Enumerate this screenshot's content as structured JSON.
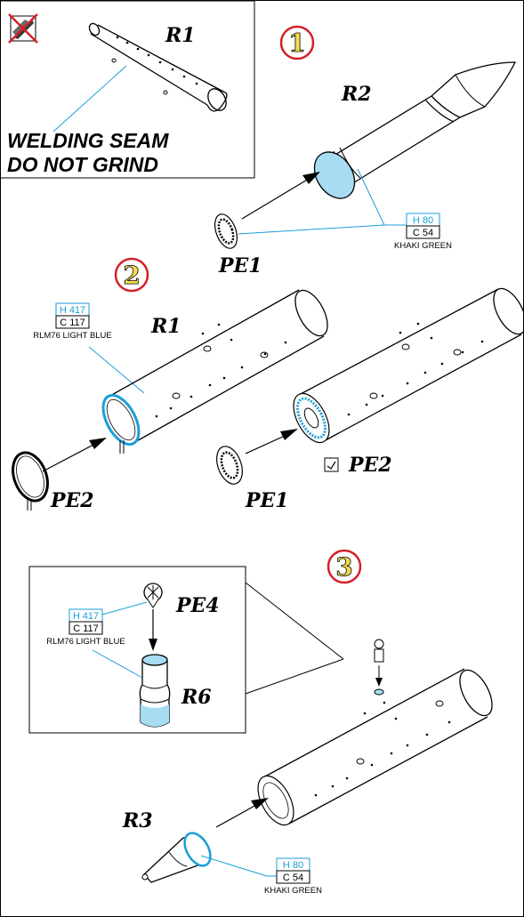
{
  "colors": {
    "step_circle_stroke": "#d42027",
    "step_number_fill": "#f2dd4e",
    "paint_blue": "#1a9ed8",
    "paint_fill_light_blue": "#a7dcf3",
    "no_grind_icon_fill": "#3a3a3a"
  },
  "icons": {
    "no_grind": "crossed-out-grinding-icon",
    "bend": "bend-fold-icon",
    "arrow": "assembly-arrow-icon"
  },
  "inset_top": {
    "part_label": "R1",
    "note_line1": "WELDING SEAM",
    "note_line2": "DO NOT GRIND"
  },
  "steps": [
    {
      "number": "1",
      "parts": [
        "R2",
        "PE1"
      ],
      "paint": {
        "h_code": "H 80",
        "c_code": "C 54",
        "name": "KHAKI GREEN"
      }
    },
    {
      "number": "2",
      "parts": [
        "R1",
        "PE2",
        "PE1",
        "PE2"
      ],
      "paint": {
        "h_code": "H 417",
        "c_code": "C 117",
        "name": "RLM76 LIGHT BLUE"
      }
    },
    {
      "number": "3",
      "parts": [
        "PE4",
        "R6",
        "R3"
      ],
      "paint_inset": {
        "h_code": "H 417",
        "c_code": "C 117",
        "name": "RLM76 LIGHT BLUE"
      },
      "paint_nose": {
        "h_code": "H 80",
        "c_code": "C 54",
        "name": "KHAKI GREEN"
      }
    }
  ]
}
